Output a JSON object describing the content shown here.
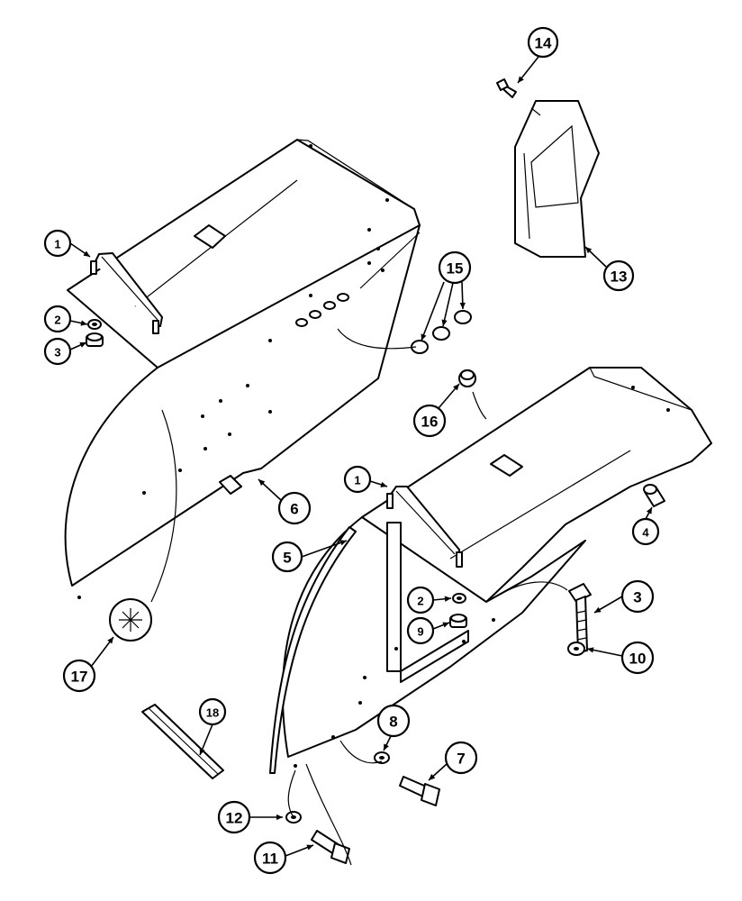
{
  "callouts": [
    {
      "label": "14"
    },
    {
      "label": "13"
    },
    {
      "label": "1"
    },
    {
      "label": "15"
    },
    {
      "label": "2"
    },
    {
      "label": "3"
    },
    {
      "label": "16"
    },
    {
      "label": "6"
    },
    {
      "label": "1"
    },
    {
      "label": "5"
    },
    {
      "label": "4"
    },
    {
      "label": "2"
    },
    {
      "label": "9"
    },
    {
      "label": "3"
    },
    {
      "label": "10"
    },
    {
      "label": "17"
    },
    {
      "label": "18"
    },
    {
      "label": "8"
    },
    {
      "label": "7"
    },
    {
      "label": "12"
    },
    {
      "label": "11"
    }
  ]
}
